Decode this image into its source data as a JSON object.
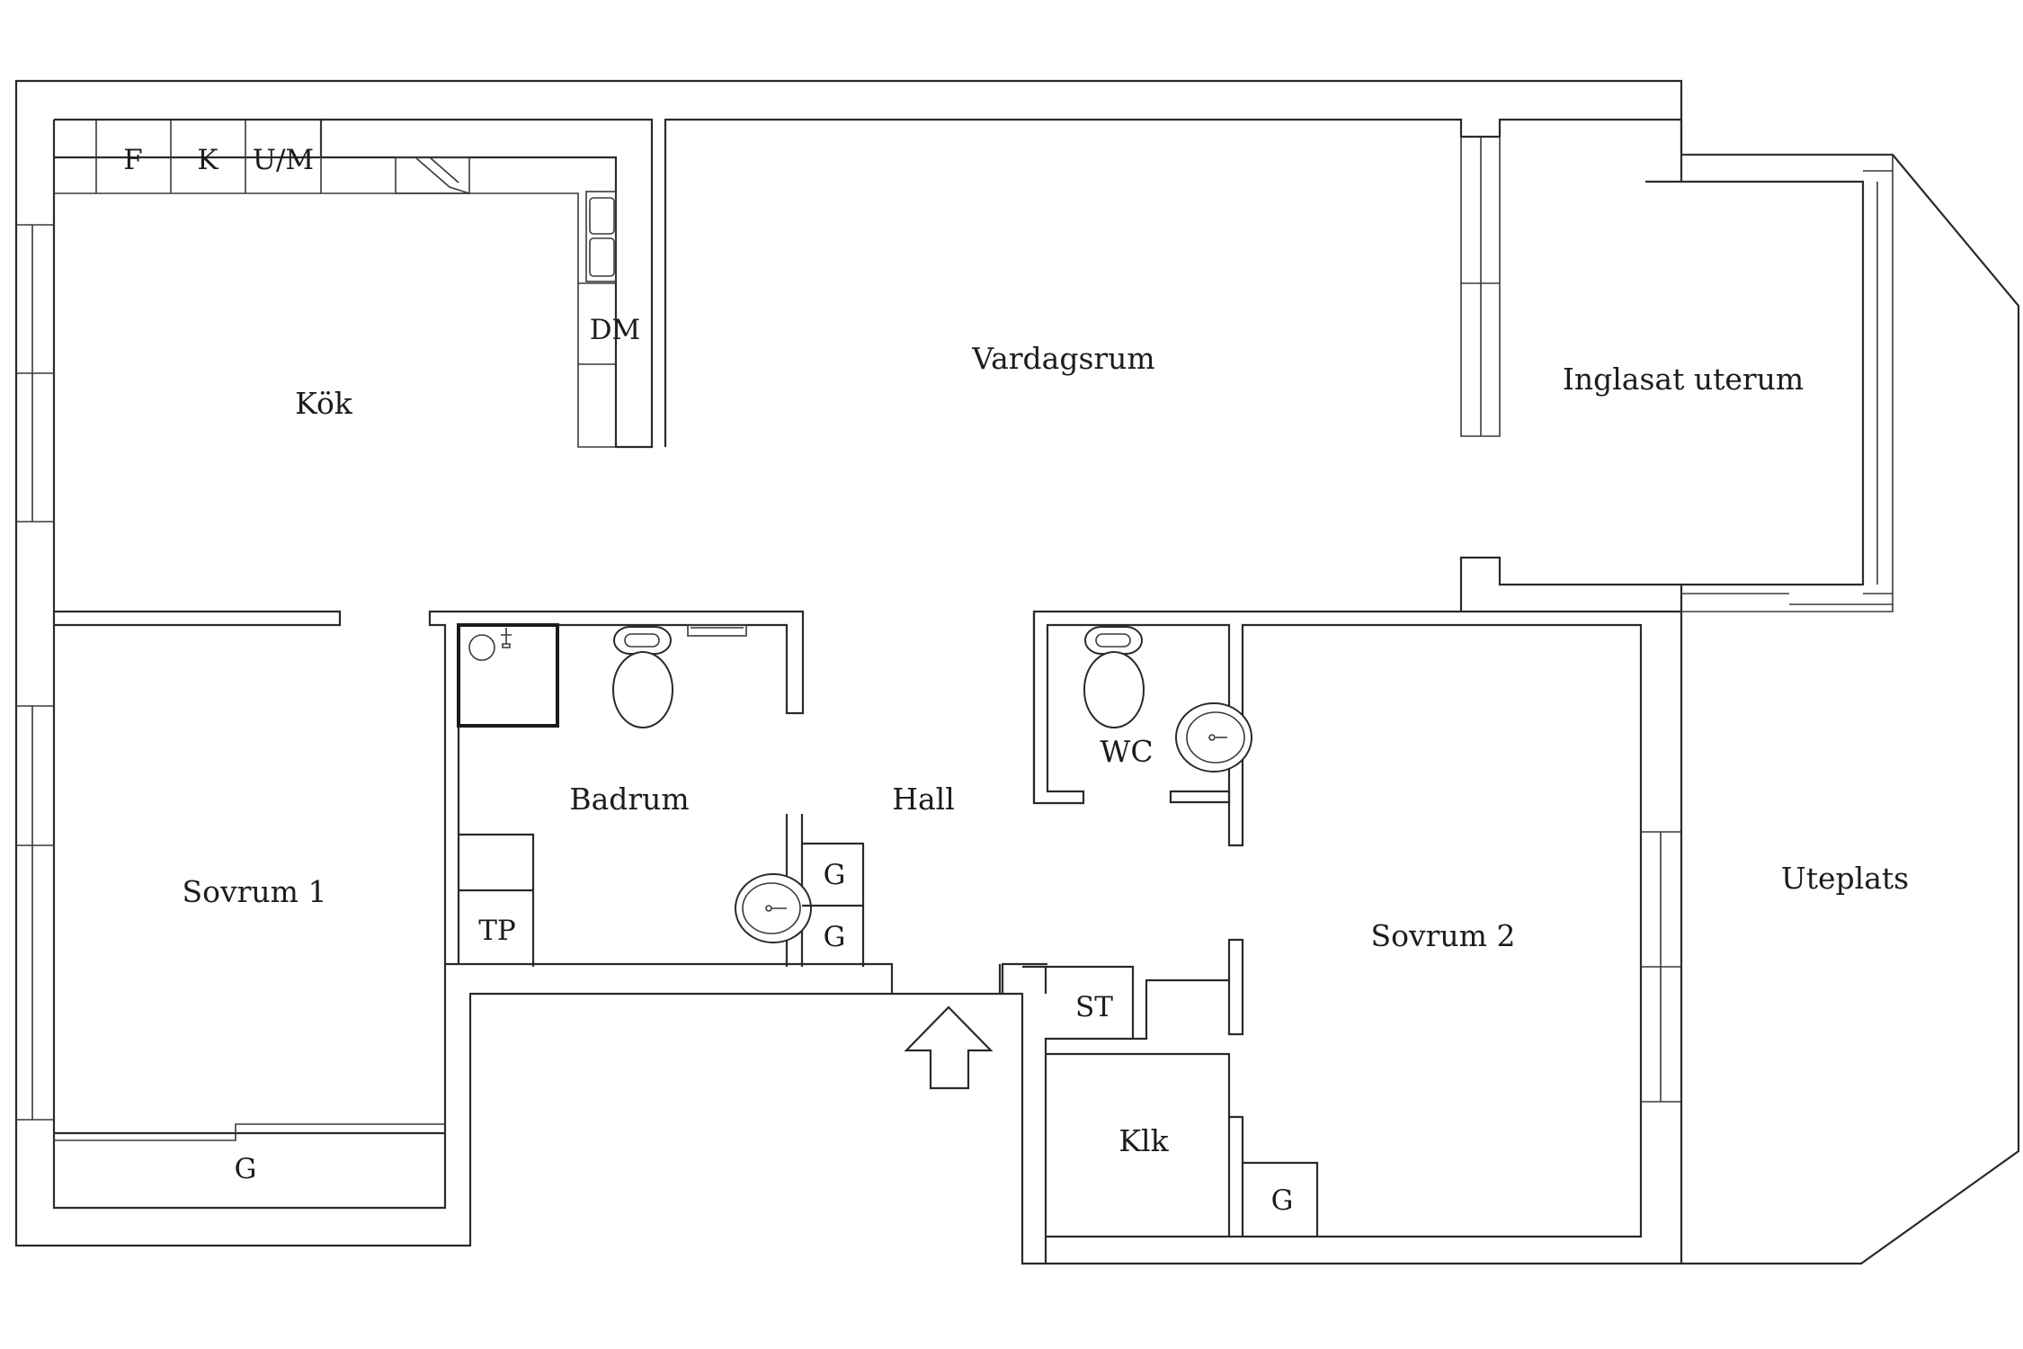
{
  "rooms": {
    "kok": "Kök",
    "vardagsrum": "Vardagsrum",
    "uterum": "Inglasat uterum",
    "sovrum1": "Sovrum 1",
    "badrum": "Badrum",
    "hall": "Hall",
    "wc": "WC",
    "sovrum2": "Sovrum 2",
    "uteplats": "Uteplats",
    "klk": "Klk"
  },
  "fixtures": {
    "fridge": "F",
    "freezer": "K",
    "oven": "U/M",
    "dishwasher": "DM",
    "dryer": "TP",
    "wardrobe": "G",
    "storage": "ST"
  }
}
